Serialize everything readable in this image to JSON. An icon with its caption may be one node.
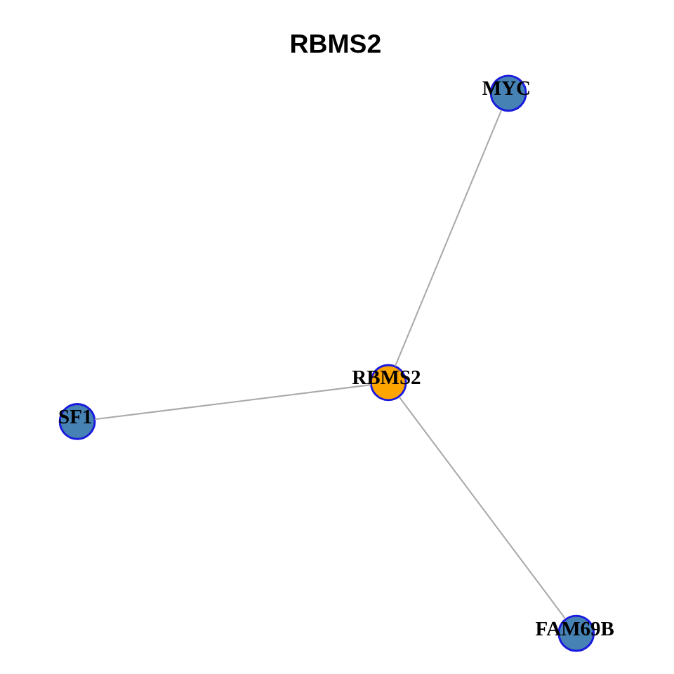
{
  "diagram": {
    "title": "RBMS2",
    "nodes": [
      {
        "text": [
          "SF1"
        ]
      },
      {
        "text": [
          "RBMS2"
        ]
      },
      {
        "text": [
          "FAM69B"
        ]
      },
      {
        "text": [
          "MYC"
        ]
      }
    ],
    "edges": [
      {
        "from": 1,
        "to": 0,
        "arrow": "none"
      },
      {
        "from": 1,
        "to": 2,
        "arrow": "none"
      },
      {
        "from": 1,
        "to": 3,
        "arrow": "none"
      }
    ]
  }
}
